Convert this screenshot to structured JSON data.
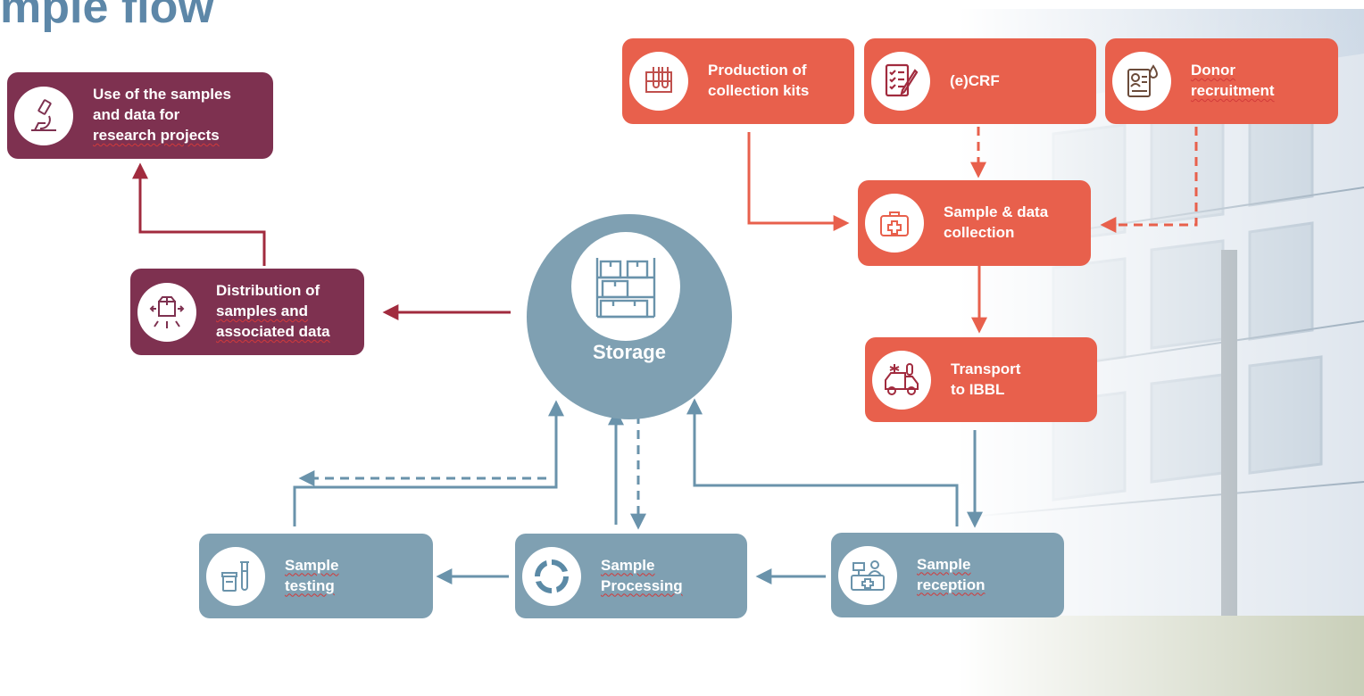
{
  "page": {
    "title": "mple flow"
  },
  "colors": {
    "red": "#e8604c",
    "maroon": "#7e3150",
    "blue": "#7fa0b2",
    "title": "#5d87a8"
  },
  "nodes": {
    "production": {
      "lines": [
        "Production of",
        "collection kits"
      ],
      "icon": "test-tubes-icon"
    },
    "ecrf": {
      "lines": [
        "(e)CRF"
      ],
      "icon": "checklist-pen-icon"
    },
    "donor": {
      "lines": [
        "Donor",
        "recruitment"
      ],
      "icon": "donor-card-icon"
    },
    "collection": {
      "lines": [
        "Sample & data",
        "collection"
      ],
      "icon": "medical-kit-icon"
    },
    "transport": {
      "lines": [
        "Transport",
        "to IBBL"
      ],
      "icon": "cold-transport-van-icon"
    },
    "reception": {
      "lines": [
        "Sample",
        "reception"
      ],
      "icon": "reception-desk-icon"
    },
    "processing": {
      "lines": [
        "Sample",
        "Processing"
      ],
      "icon": "cycle-arrows-icon"
    },
    "testing": {
      "lines": [
        "Sample",
        "testing"
      ],
      "icon": "lab-testing-icon"
    },
    "storage": {
      "label": "Storage",
      "icon": "storage-shelves-icon"
    },
    "distribution": {
      "lines": [
        "Distribution of",
        "samples and",
        "associated data"
      ],
      "icon": "box-distribution-icon"
    },
    "research": {
      "lines": [
        "Use of the samples",
        "and data for",
        "research projects"
      ],
      "icon": "microscope-icon"
    }
  }
}
